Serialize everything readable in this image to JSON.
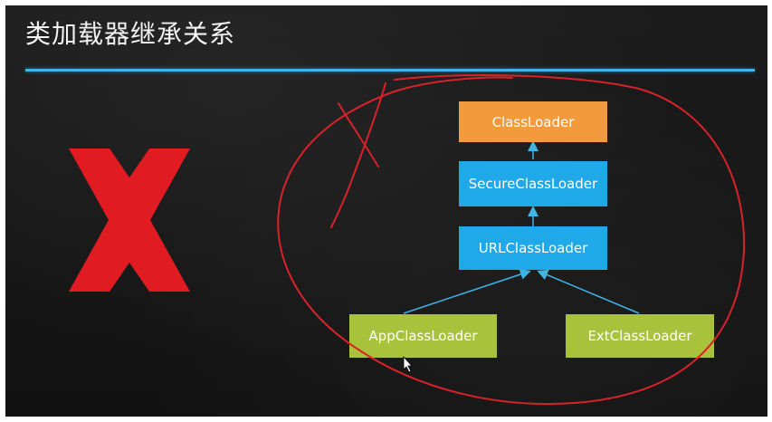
{
  "slide": {
    "title": "类加载器继承关系"
  },
  "diagram": {
    "nodes": {
      "classloader": "ClassLoader",
      "secure": "SecureClassLoader",
      "url": "URLClassLoader",
      "app": "AppClassLoader",
      "ext": "ExtClassLoader"
    },
    "colors": {
      "orange": "#f39a3c",
      "blue": "#1fa9e8",
      "green": "#a9c23b",
      "rule": "#3fb4e6",
      "cross": "#e11b22",
      "annotation": "#d8222a"
    }
  }
}
